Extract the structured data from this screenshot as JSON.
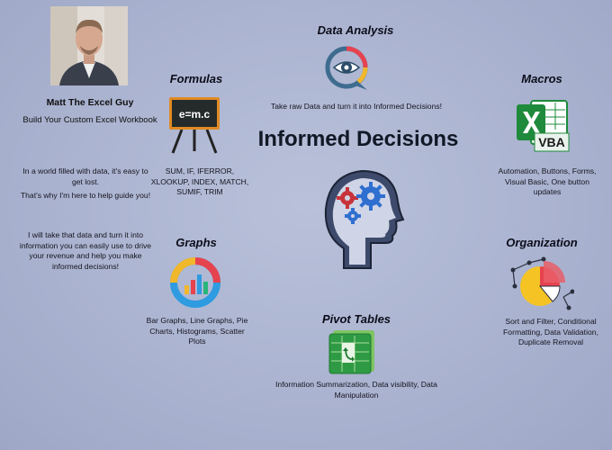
{
  "profile": {
    "name": "Matt The Excel Guy",
    "tagline": "Build Your Custom Excel Workbook"
  },
  "intro": {
    "p1": "In a world filled with data, it's easy to get lost.",
    "p2": "That's why I'm here to help guide you!",
    "p3": "I will take that data and turn it into information you can easily use to drive your revenue and help you make informed decisions!"
  },
  "center_title": "Informed Decisions",
  "sections": {
    "data_analysis": {
      "title": "Data Analysis",
      "desc": "Take raw Data and turn it into Informed Decisions!"
    },
    "formulas": {
      "title": "Formulas",
      "desc": "SUM, IF, IFERROR, XLOOKUP, INDEX, MATCH, SUMIF, TRIM",
      "board_text": "e=m.c"
    },
    "macros": {
      "title": "Macros",
      "desc": "Automation, Buttons, Forms, Visual Basic, One button updates",
      "badge": "VBA"
    },
    "graphs": {
      "title": "Graphs",
      "desc": "Bar Graphs, Line Graphs, Pie Charts, Histograms, Scatter Plots"
    },
    "organization": {
      "title": "Organization",
      "desc": "Sort and Filter, Conditional Formatting, Data Validation, Duplicate Removal"
    },
    "pivot_tables": {
      "title": "Pivot Tables",
      "desc": "Information Summarization, Data visibility, Data Manipulation"
    }
  },
  "colors": {
    "background": "#aab3d0",
    "excel_green": "#1f8a3c",
    "eye_blue": "#3e6c8f",
    "gear_blue": "#2f6fd0",
    "gear_red": "#c8333b"
  }
}
